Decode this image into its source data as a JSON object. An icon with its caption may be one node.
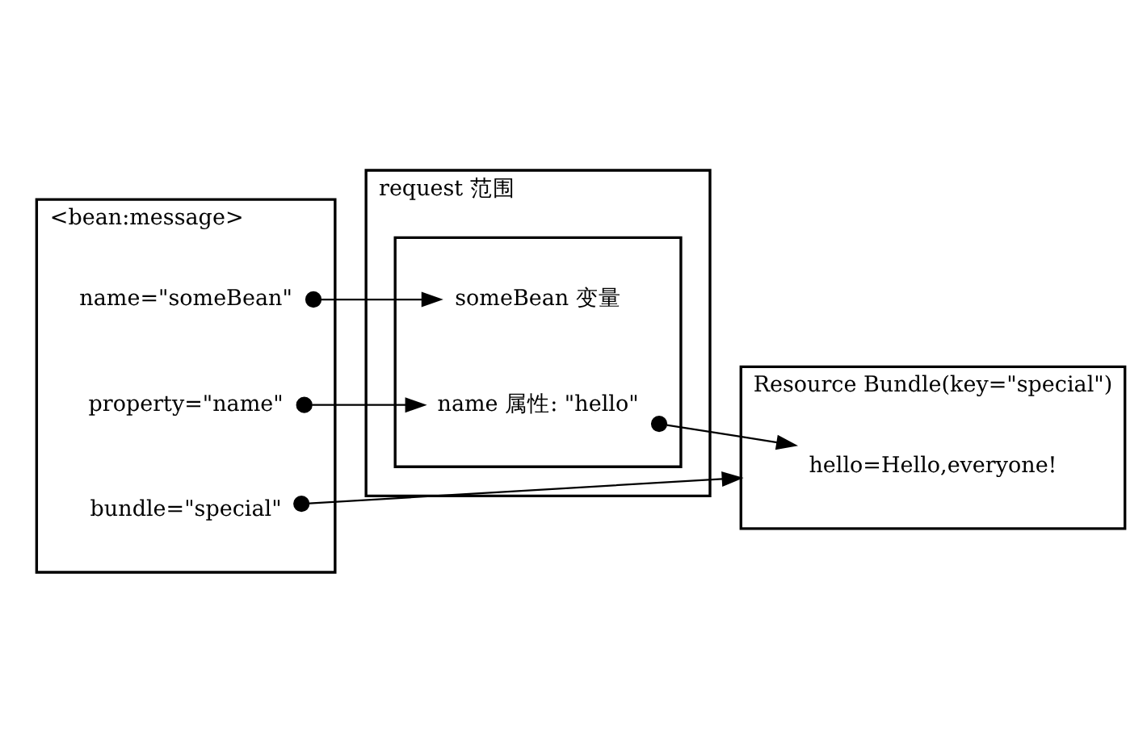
{
  "diagram": {
    "nodes": [
      {
        "text": [
          "<bean:message>"
        ]
      },
      {
        "text": [
          "name=\"someBean\""
        ],
        "in": 0
      },
      {
        "text": [
          "property=\"name\""
        ],
        "in": 0
      },
      {
        "text": [
          "bundle=\"special\""
        ],
        "in": 0
      },
      {
        "text": [
          "request 范围"
        ]
      },
      {
        "text": [],
        "shape": "box",
        "in": 4
      },
      {
        "text": [
          "someBean 变量"
        ],
        "in": 5
      },
      {
        "text": [
          "name 属性: \"hello\""
        ],
        "in": 5
      },
      {
        "text": [
          "Resource Bundle(key=\"special\")"
        ]
      },
      {
        "text": [
          "hello=Hello,everyone!"
        ],
        "in": 8
      }
    ],
    "edges": [
      {
        "from": 1,
        "to": 6,
        "arrow": "to"
      },
      {
        "from": 2,
        "to": 7,
        "arrow": "to"
      },
      {
        "from": 3,
        "to": 8,
        "arrow": "to"
      },
      {
        "from": 7,
        "to": 9,
        "arrow": "to"
      }
    ]
  }
}
